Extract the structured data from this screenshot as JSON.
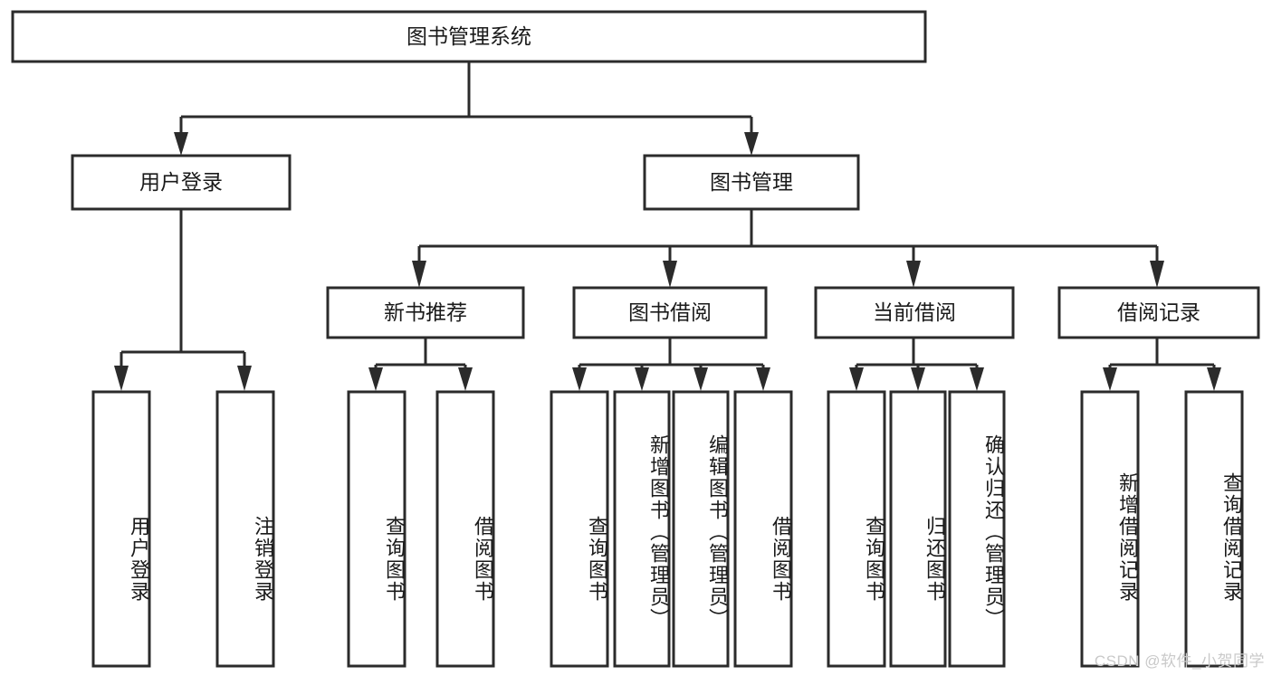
{
  "diagram": {
    "title": "图书管理系统",
    "type": "hierarchy-tree",
    "colors": {
      "background": "#ffffff",
      "box_fill": "#ffffff",
      "box_stroke": "#2b2b2b",
      "text": "#1a1a1a",
      "watermark": "#c9c9c9"
    },
    "root": {
      "label": "图书管理系统"
    },
    "level1": [
      {
        "label": "用户登录"
      },
      {
        "label": "图书管理"
      }
    ],
    "level2": [
      {
        "label": "新书推荐"
      },
      {
        "label": "图书借阅"
      },
      {
        "label": "当前借阅"
      },
      {
        "label": "借阅记录"
      }
    ],
    "leaves": {
      "user_login": [
        {
          "label": "用户登录"
        },
        {
          "label": "注销登录"
        }
      ],
      "new_book_recommend": [
        {
          "label": "查询图书"
        },
        {
          "label": "借阅图书"
        }
      ],
      "book_borrow": [
        {
          "label": "查询图书"
        },
        {
          "label": "新增图书（管理员）"
        },
        {
          "label": "编辑图书（管理员）"
        },
        {
          "label": "借阅图书"
        }
      ],
      "current_borrow": [
        {
          "label": "查询图书"
        },
        {
          "label": "归还图书"
        },
        {
          "label": "确认归还（管理员）"
        }
      ],
      "borrow_record": [
        {
          "label": "新增借阅记录"
        },
        {
          "label": "查询借阅记录"
        }
      ]
    }
  },
  "watermark": {
    "text": "CSDN @软件_小贺同学"
  }
}
